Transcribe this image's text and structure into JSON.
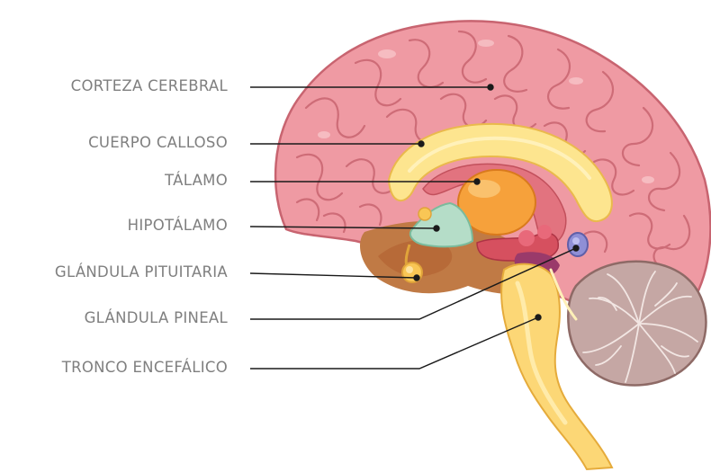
{
  "labels": [
    {
      "id": "cortex",
      "text": "CORTEZA CEREBRAL"
    },
    {
      "id": "callosum",
      "text": "CUERPO CALLOSO"
    },
    {
      "id": "thalamus",
      "text": "TÁLAMO"
    },
    {
      "id": "hypothalamus",
      "text": "HIPOTÁLAMO"
    },
    {
      "id": "pituitary",
      "text": "GLÁNDULA PITUITARIA"
    },
    {
      "id": "pineal",
      "text": "GLÁNDULA PINEAL"
    },
    {
      "id": "brainstem",
      "text": "TRONCO ENCEFÁLICO"
    }
  ],
  "colors": {
    "label_text": "#7f7f7f",
    "leader_line": "#1a1a1a",
    "cortex": "#ef9aa3",
    "cortex_outline": "#c86470",
    "corpus_callosum": "#fde58f",
    "thalamus": "#f6a13b",
    "hypothalamus": "#b5ddc8",
    "pituitary": "#f9c655",
    "pineal": "#8f8fd6",
    "brainstem": "#fcd776",
    "cerebellum": "#c5a7a4"
  }
}
